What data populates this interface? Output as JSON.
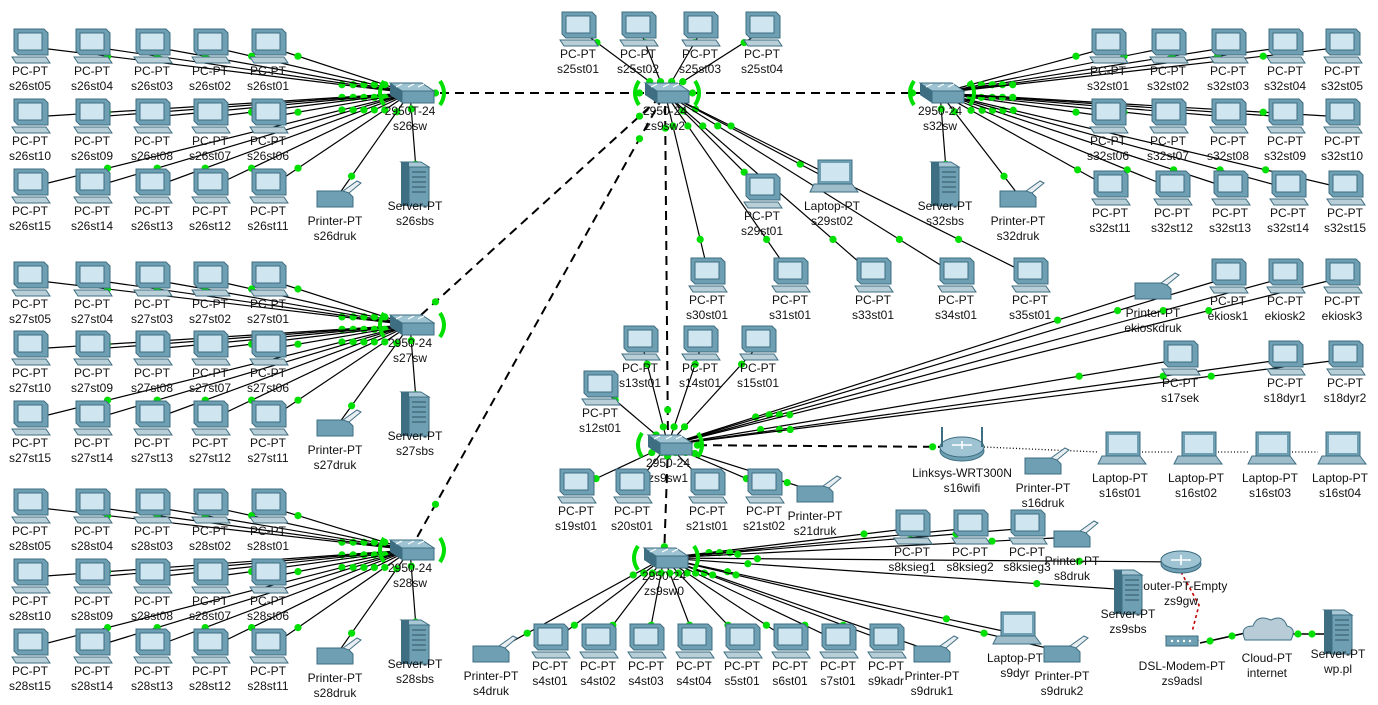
{
  "topology": {
    "devices": [
      {
        "id": "s26sw",
        "model": "2950T-24",
        "name": "s26sw",
        "kind": "switch"
      },
      {
        "id": "s26st05",
        "model": "PC-PT",
        "name": "s26st05",
        "kind": "pc"
      },
      {
        "id": "s26st04",
        "model": "PC-PT",
        "name": "s26st04",
        "kind": "pc"
      },
      {
        "id": "s26st03",
        "model": "PC-PT",
        "name": "s26st03",
        "kind": "pc"
      },
      {
        "id": "s26st02",
        "model": "PC-PT",
        "name": "s26st02",
        "kind": "pc"
      },
      {
        "id": "s26st01",
        "model": "PC-PT",
        "name": "s26st01",
        "kind": "pc"
      },
      {
        "id": "s26st10",
        "model": "PC-PT",
        "name": "s26st10",
        "kind": "pc"
      },
      {
        "id": "s26st09",
        "model": "PC-PT",
        "name": "s26st09",
        "kind": "pc"
      },
      {
        "id": "s26st08",
        "model": "PC-PT",
        "name": "s26st08",
        "kind": "pc"
      },
      {
        "id": "s26st07",
        "model": "PC-PT",
        "name": "s26st07",
        "kind": "pc"
      },
      {
        "id": "s26st06",
        "model": "PC-PT",
        "name": "s26st06",
        "kind": "pc"
      },
      {
        "id": "s26st15",
        "model": "PC-PT",
        "name": "s26st15",
        "kind": "pc"
      },
      {
        "id": "s26st14",
        "model": "PC-PT",
        "name": "s26st14",
        "kind": "pc"
      },
      {
        "id": "s26st13",
        "model": "PC-PT",
        "name": "s26st13",
        "kind": "pc"
      },
      {
        "id": "s26st12",
        "model": "PC-PT",
        "name": "s26st12",
        "kind": "pc"
      },
      {
        "id": "s26st11",
        "model": "PC-PT",
        "name": "s26st11",
        "kind": "pc"
      },
      {
        "id": "s26druk",
        "model": "Printer-PT",
        "name": "s26druk",
        "kind": "printer"
      },
      {
        "id": "s26sbs",
        "model": "Server-PT",
        "name": "s26sbs",
        "kind": "server"
      },
      {
        "id": "s27sw",
        "model": "2950-24",
        "name": "s27sw",
        "kind": "switch"
      },
      {
        "id": "s27st05",
        "model": "PC-PT",
        "name": "s27st05",
        "kind": "pc"
      },
      {
        "id": "s27st04",
        "model": "PC-PT",
        "name": "s27st04",
        "kind": "pc"
      },
      {
        "id": "s27st03",
        "model": "PC-PT",
        "name": "s27st03",
        "kind": "pc"
      },
      {
        "id": "s27st02",
        "model": "PC-PT",
        "name": "s27st02",
        "kind": "pc"
      },
      {
        "id": "s27st01",
        "model": "PC-PT",
        "name": "s27st01",
        "kind": "pc"
      },
      {
        "id": "s27st10",
        "model": "PC-PT",
        "name": "s27st10",
        "kind": "pc"
      },
      {
        "id": "s27st09",
        "model": "PC-PT",
        "name": "s27st09",
        "kind": "pc"
      },
      {
        "id": "s27st08",
        "model": "PC-PT",
        "name": "s27st08",
        "kind": "pc"
      },
      {
        "id": "s27st07",
        "model": "PC-PT",
        "name": "s27st07",
        "kind": "pc"
      },
      {
        "id": "s27st06",
        "model": "PC-PT",
        "name": "s27st06",
        "kind": "pc"
      },
      {
        "id": "s27st15",
        "model": "PC-PT",
        "name": "s27st15",
        "kind": "pc"
      },
      {
        "id": "s27st14",
        "model": "PC-PT",
        "name": "s27st14",
        "kind": "pc"
      },
      {
        "id": "s27st13",
        "model": "PC-PT",
        "name": "s27st13",
        "kind": "pc"
      },
      {
        "id": "s27st12",
        "model": "PC-PT",
        "name": "s27st12",
        "kind": "pc"
      },
      {
        "id": "s27st11",
        "model": "PC-PT",
        "name": "s27st11",
        "kind": "pc"
      },
      {
        "id": "s27druk",
        "model": "Printer-PT",
        "name": "s27druk",
        "kind": "printer"
      },
      {
        "id": "s27sbs",
        "model": "Server-PT",
        "name": "s27sbs",
        "kind": "server"
      },
      {
        "id": "s28sw",
        "model": "2950-24",
        "name": "s28sw",
        "kind": "switch"
      },
      {
        "id": "s28st05",
        "model": "PC-PT",
        "name": "s28st05",
        "kind": "pc"
      },
      {
        "id": "s28st04",
        "model": "PC-PT",
        "name": "s28st04",
        "kind": "pc"
      },
      {
        "id": "s28st03",
        "model": "PC-PT",
        "name": "s28st03",
        "kind": "pc"
      },
      {
        "id": "s28st02",
        "model": "PC-PT",
        "name": "s28st02",
        "kind": "pc"
      },
      {
        "id": "s28st01",
        "model": "PC-PT",
        "name": "s28st01",
        "kind": "pc"
      },
      {
        "id": "s28st10",
        "model": "PC-PT",
        "name": "s28st10",
        "kind": "pc"
      },
      {
        "id": "s28st09",
        "model": "PC-PT",
        "name": "s28st09",
        "kind": "pc"
      },
      {
        "id": "s28st08",
        "model": "PC-PT",
        "name": "s28st08",
        "kind": "pc"
      },
      {
        "id": "s28st07",
        "model": "PC-PT",
        "name": "s28st07",
        "kind": "pc"
      },
      {
        "id": "s28st06",
        "model": "PC-PT",
        "name": "s28st06",
        "kind": "pc"
      },
      {
        "id": "s28st15",
        "model": "PC-PT",
        "name": "s28st15",
        "kind": "pc"
      },
      {
        "id": "s28st14",
        "model": "PC-PT",
        "name": "s28st14",
        "kind": "pc"
      },
      {
        "id": "s28st13",
        "model": "PC-PT",
        "name": "s28st13",
        "kind": "pc"
      },
      {
        "id": "s28st12",
        "model": "PC-PT",
        "name": "s28st12",
        "kind": "pc"
      },
      {
        "id": "s28st11",
        "model": "PC-PT",
        "name": "s28st11",
        "kind": "pc"
      },
      {
        "id": "s28druk",
        "model": "Printer-PT",
        "name": "s28druk",
        "kind": "printer"
      },
      {
        "id": "s28sbs",
        "model": "Server-PT",
        "name": "s28sbs",
        "kind": "server"
      },
      {
        "id": "zs9sw2",
        "model": "2950-24",
        "name": "zs9sw2",
        "kind": "switch"
      },
      {
        "id": "s25st01",
        "model": "PC-PT",
        "name": "s25st01",
        "kind": "pc"
      },
      {
        "id": "s25st02",
        "model": "PC-PT",
        "name": "s25st02",
        "kind": "pc"
      },
      {
        "id": "s25st03",
        "model": "PC-PT",
        "name": "s25st03",
        "kind": "pc"
      },
      {
        "id": "s25st04",
        "model": "PC-PT",
        "name": "s25st04",
        "kind": "pc"
      },
      {
        "id": "s29st01",
        "model": "PC-PT",
        "name": "s29st01",
        "kind": "pc"
      },
      {
        "id": "s29st02",
        "model": "Laptop-PT",
        "name": "s29st02",
        "kind": "laptop"
      },
      {
        "id": "s30st01",
        "model": "PC-PT",
        "name": "s30st01",
        "kind": "pc"
      },
      {
        "id": "s31st01",
        "model": "PC-PT",
        "name": "s31st01",
        "kind": "pc"
      },
      {
        "id": "s33st01",
        "model": "PC-PT",
        "name": "s33st01",
        "kind": "pc"
      },
      {
        "id": "s34st01",
        "model": "PC-PT",
        "name": "s34st01",
        "kind": "pc"
      },
      {
        "id": "s35st01",
        "model": "PC-PT",
        "name": "s35st01",
        "kind": "pc"
      },
      {
        "id": "s32sw",
        "model": "2950-24",
        "name": "s32sw",
        "kind": "switch"
      },
      {
        "id": "s32st01",
        "model": "PC-PT",
        "name": "s32st01",
        "kind": "pc"
      },
      {
        "id": "s32st02",
        "model": "PC-PT",
        "name": "s32st02",
        "kind": "pc"
      },
      {
        "id": "s32st03",
        "model": "PC-PT",
        "name": "s32st03",
        "kind": "pc"
      },
      {
        "id": "s32st04",
        "model": "PC-PT",
        "name": "s32st04",
        "kind": "pc"
      },
      {
        "id": "s32st05",
        "model": "PC-PT",
        "name": "s32st05",
        "kind": "pc"
      },
      {
        "id": "s32st06",
        "model": "PC-PT",
        "name": "s32st06",
        "kind": "pc"
      },
      {
        "id": "s32st07",
        "model": "PC-PT",
        "name": "s32st07",
        "kind": "pc"
      },
      {
        "id": "s32st08",
        "model": "PC-PT",
        "name": "s32st08",
        "kind": "pc"
      },
      {
        "id": "s32st09",
        "model": "PC-PT",
        "name": "s32st09",
        "kind": "pc"
      },
      {
        "id": "s32st10",
        "model": "PC-PT",
        "name": "s32st10",
        "kind": "pc"
      },
      {
        "id": "s32st11",
        "model": "PC-PT",
        "name": "s32st11",
        "kind": "pc"
      },
      {
        "id": "s32st12",
        "model": "PC-PT",
        "name": "s32st12",
        "kind": "pc"
      },
      {
        "id": "s32st13",
        "model": "PC-PT",
        "name": "s32st13",
        "kind": "pc"
      },
      {
        "id": "s32st14",
        "model": "PC-PT",
        "name": "s32st14",
        "kind": "pc"
      },
      {
        "id": "s32st15",
        "model": "PC-PT",
        "name": "s32st15",
        "kind": "pc"
      },
      {
        "id": "s32sbs",
        "model": "Server-PT",
        "name": "s32sbs",
        "kind": "server"
      },
      {
        "id": "s32druk",
        "model": "Printer-PT",
        "name": "s32druk",
        "kind": "printer"
      },
      {
        "id": "zs9sw1",
        "model": "2950-24",
        "name": "zs9sw1",
        "kind": "switch"
      },
      {
        "id": "s12st01",
        "model": "PC-PT",
        "name": "s12st01",
        "kind": "pc"
      },
      {
        "id": "s13st01",
        "model": "PC-PT",
        "name": "s13st01",
        "kind": "pc"
      },
      {
        "id": "s14st01",
        "model": "PC-PT",
        "name": "s14st01",
        "kind": "pc"
      },
      {
        "id": "s15st01",
        "model": "PC-PT",
        "name": "s15st01",
        "kind": "pc"
      },
      {
        "id": "s19st01",
        "model": "PC-PT",
        "name": "s19st01",
        "kind": "pc"
      },
      {
        "id": "s20st01",
        "model": "PC-PT",
        "name": "s20st01",
        "kind": "pc"
      },
      {
        "id": "s21st01",
        "model": "PC-PT",
        "name": "s21st01",
        "kind": "pc"
      },
      {
        "id": "s21st02",
        "model": "PC-PT",
        "name": "s21st02",
        "kind": "pc"
      },
      {
        "id": "s21druk",
        "model": "Printer-PT",
        "name": "s21druk",
        "kind": "printer"
      },
      {
        "id": "ekioskdruk",
        "model": "Printer-PT",
        "name": "ekioskdruk",
        "kind": "printer"
      },
      {
        "id": "ekiosk1",
        "model": "PC-PT",
        "name": "ekiosk1",
        "kind": "pc"
      },
      {
        "id": "ekiosk2",
        "model": "PC-PT",
        "name": "ekiosk2",
        "kind": "pc"
      },
      {
        "id": "ekiosk3",
        "model": "PC-PT",
        "name": "ekiosk3",
        "kind": "pc"
      },
      {
        "id": "s17sek",
        "model": "PC-PT",
        "name": "s17sek",
        "kind": "pc"
      },
      {
        "id": "s18dyr1",
        "model": "PC-PT",
        "name": "s18dyr1",
        "kind": "pc"
      },
      {
        "id": "s18dyr2",
        "model": "PC-PT",
        "name": "s18dyr2",
        "kind": "pc"
      },
      {
        "id": "s16wifi",
        "model": "Linksys-WRT300N",
        "name": "s16wifi",
        "kind": "wireless"
      },
      {
        "id": "s16druk",
        "model": "Printer-PT",
        "name": "s16druk",
        "kind": "printer"
      },
      {
        "id": "s16st01",
        "model": "Laptop-PT",
        "name": "s16st01",
        "kind": "laptop"
      },
      {
        "id": "s16st02",
        "model": "Laptop-PT",
        "name": "s16st02",
        "kind": "laptop"
      },
      {
        "id": "s16st03",
        "model": "Laptop-PT",
        "name": "s16st03",
        "kind": "laptop"
      },
      {
        "id": "s16st04",
        "model": "Laptop-PT",
        "name": "s16st04",
        "kind": "laptop"
      },
      {
        "id": "zs9sw0",
        "model": "2950-24",
        "name": "zs9sw0",
        "kind": "switch"
      },
      {
        "id": "s8ksieg1",
        "model": "PC-PT",
        "name": "s8ksieg1",
        "kind": "pc"
      },
      {
        "id": "s8ksieg2",
        "model": "PC-PT",
        "name": "s8ksieg2",
        "kind": "pc"
      },
      {
        "id": "s8ksieg3",
        "model": "PC-PT",
        "name": "s8ksieg3",
        "kind": "pc"
      },
      {
        "id": "s8druk",
        "model": "Printer-PT",
        "name": "s8druk",
        "kind": "printer"
      },
      {
        "id": "zs9gw",
        "model": "Router-PT-Empty",
        "name": "zs9gw",
        "kind": "router"
      },
      {
        "id": "zs9sbs",
        "model": "Server-PT",
        "name": "zs9sbs",
        "kind": "server"
      },
      {
        "id": "zs9adsl",
        "model": "DSL-Modem-PT",
        "name": "zs9adsl",
        "kind": "modem"
      },
      {
        "id": "internet",
        "model": "Cloud-PT",
        "name": "internet",
        "kind": "cloud"
      },
      {
        "id": "wp.pl",
        "model": "Server-PT",
        "name": "wp.pl",
        "kind": "server"
      },
      {
        "id": "s4druk",
        "model": "Printer-PT",
        "name": "s4druk",
        "kind": "printer"
      },
      {
        "id": "s4st01",
        "model": "PC-PT",
        "name": "s4st01",
        "kind": "pc"
      },
      {
        "id": "s4st02",
        "model": "PC-PT",
        "name": "s4st02",
        "kind": "pc"
      },
      {
        "id": "s4st03",
        "model": "PC-PT",
        "name": "s4st03",
        "kind": "pc"
      },
      {
        "id": "s4st04",
        "model": "PC-PT",
        "name": "s4st04",
        "kind": "pc"
      },
      {
        "id": "s5st01",
        "model": "PC-PT",
        "name": "s5st01",
        "kind": "pc"
      },
      {
        "id": "s6st01",
        "model": "PC-PT",
        "name": "s6st01",
        "kind": "pc"
      },
      {
        "id": "s7st01",
        "model": "PC-PT",
        "name": "s7st01",
        "kind": "pc"
      },
      {
        "id": "s9kadr",
        "model": "PC-PT",
        "name": "s9kadr",
        "kind": "pc"
      },
      {
        "id": "s9druk1",
        "model": "Printer-PT",
        "name": "s9druk1",
        "kind": "printer"
      },
      {
        "id": "s9dyr",
        "model": "Laptop-PT",
        "name": "s9dyr",
        "kind": "laptop"
      },
      {
        "id": "s9druk2",
        "model": "Printer-PT",
        "name": "s9druk2",
        "kind": "printer"
      }
    ],
    "trunks": [
      [
        "s26sw",
        "zs9sw2"
      ],
      [
        "s32sw",
        "zs9sw2"
      ],
      [
        "s27sw",
        "zs9sw2"
      ],
      [
        "s28sw",
        "zs9sw2"
      ],
      [
        "zs9sw1",
        "zs9sw2"
      ],
      [
        "zs9sw0",
        "zs9sw1"
      ],
      [
        "zs9sw1",
        "s16wifi"
      ]
    ],
    "wireless_links": [
      [
        "s16wifi",
        "s16st01"
      ],
      [
        "s16st01",
        "s16st02"
      ],
      [
        "s16st02",
        "s16st03"
      ],
      [
        "s16st03",
        "s16st04"
      ]
    ],
    "serial_links": [
      [
        "zs9gw",
        "zs9adsl"
      ]
    ],
    "colors": {
      "link_up": "#00e000",
      "cable": "#000000",
      "device_body": "#6f9fb3",
      "device_dark": "#3e6e82",
      "screen": "#cfe6f0"
    }
  }
}
